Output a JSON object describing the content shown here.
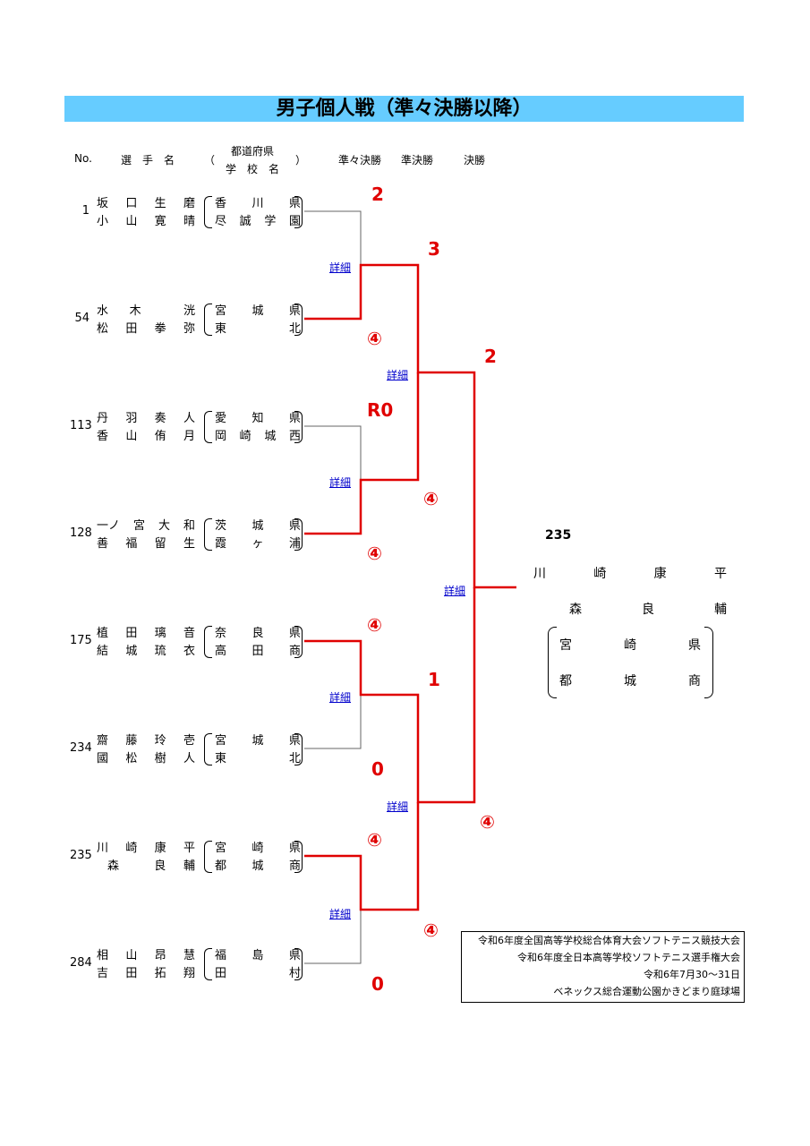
{
  "title": "男子個人戦（準々決勝以降）",
  "header": {
    "no": "No.",
    "player": "選　手　名",
    "paren_open": "（",
    "prefecture": "都道府県",
    "school": "学　校　名",
    "paren_close": "）",
    "qf": "準々決勝",
    "sf": "準決勝",
    "final": "決勝"
  },
  "entries": [
    {
      "no": "1",
      "p1": [
        "坂",
        "口",
        "生",
        "磨"
      ],
      "s1": [
        "香",
        "川",
        "県"
      ],
      "p2": [
        "小",
        "山",
        "寛",
        "晴"
      ],
      "s2": [
        "尽",
        "誠",
        "学",
        "園"
      ]
    },
    {
      "no": "54",
      "p1": [
        "水",
        "木",
        "",
        "洸"
      ],
      "s1": [
        "宮",
        "城",
        "県"
      ],
      "p2": [
        "松",
        "田",
        "拳",
        "弥"
      ],
      "s2": [
        "東",
        "",
        "北"
      ]
    },
    {
      "no": "113",
      "p1": [
        "丹",
        "羽",
        "奏",
        "人"
      ],
      "s1": [
        "愛",
        "知",
        "県"
      ],
      "p2": [
        "香",
        "山",
        "侑",
        "月"
      ],
      "s2": [
        "岡",
        "崎",
        "城",
        "西"
      ]
    },
    {
      "no": "128",
      "p1": [
        "一ノ",
        "宮",
        "大",
        "和"
      ],
      "s1": [
        "茨",
        "城",
        "県"
      ],
      "p2": [
        "善",
        "福",
        "留",
        "生"
      ],
      "s2": [
        "霞",
        "ヶ",
        "浦"
      ]
    },
    {
      "no": "175",
      "p1": [
        "植",
        "田",
        "璃",
        "音"
      ],
      "s1": [
        "奈",
        "良",
        "県"
      ],
      "p2": [
        "結",
        "城",
        "琉",
        "衣"
      ],
      "s2": [
        "高",
        "田",
        "商"
      ]
    },
    {
      "no": "234",
      "p1": [
        "齋",
        "藤",
        "玲",
        "壱"
      ],
      "s1": [
        "宮",
        "城",
        "県"
      ],
      "p2": [
        "國",
        "松",
        "樹",
        "人"
      ],
      "s2": [
        "東",
        "",
        "北"
      ]
    },
    {
      "no": "235",
      "p1": [
        "川",
        "崎",
        "康",
        "平"
      ],
      "s1": [
        "宮",
        "崎",
        "県"
      ],
      "p2": [
        "森",
        "",
        "良",
        "輔"
      ],
      "s2": [
        "都",
        "城",
        "商"
      ]
    },
    {
      "no": "284",
      "p1": [
        "相",
        "山",
        "昂",
        "慧"
      ],
      "s1": [
        "福",
        "島",
        "県"
      ],
      "p2": [
        "吉",
        "田",
        "拓",
        "翔"
      ],
      "s2": [
        "田",
        "",
        "村"
      ]
    }
  ],
  "scores": {
    "qf1_top": "2",
    "qf1_bot": "④",
    "qf2_top": "R0",
    "qf2_bot": "④",
    "qf3_top": "④",
    "qf3_bot": "0",
    "qf4_top": "④",
    "qf4_bot": "0",
    "sf1_top": "3",
    "sf1_bot": "④",
    "sf2_top": "1",
    "sf2_bot": "④",
    "f_top": "2",
    "f_bot": "④"
  },
  "detail_label": "詳細",
  "winner": {
    "no": "235",
    "name1": [
      "川",
      "崎",
      "康",
      "平"
    ],
    "name2": [
      "森",
      "良",
      "輔"
    ],
    "pref": [
      "宮",
      "崎",
      "県"
    ],
    "school": [
      "都",
      "城",
      "商"
    ]
  },
  "info": {
    "line1": "令和6年度全国高等学校総合体育大会ソフトテニス競技大会",
    "line2": "令和6年度全日本高等学校ソフトテニス選手権大会",
    "line3": "令和6年7月30～31日",
    "line4": "ベネックス総合運動公園かきどまり庭球場"
  },
  "colors": {
    "title_bg": "#66ccff",
    "winner_line": "#e00000",
    "link": "#0000cc"
  }
}
